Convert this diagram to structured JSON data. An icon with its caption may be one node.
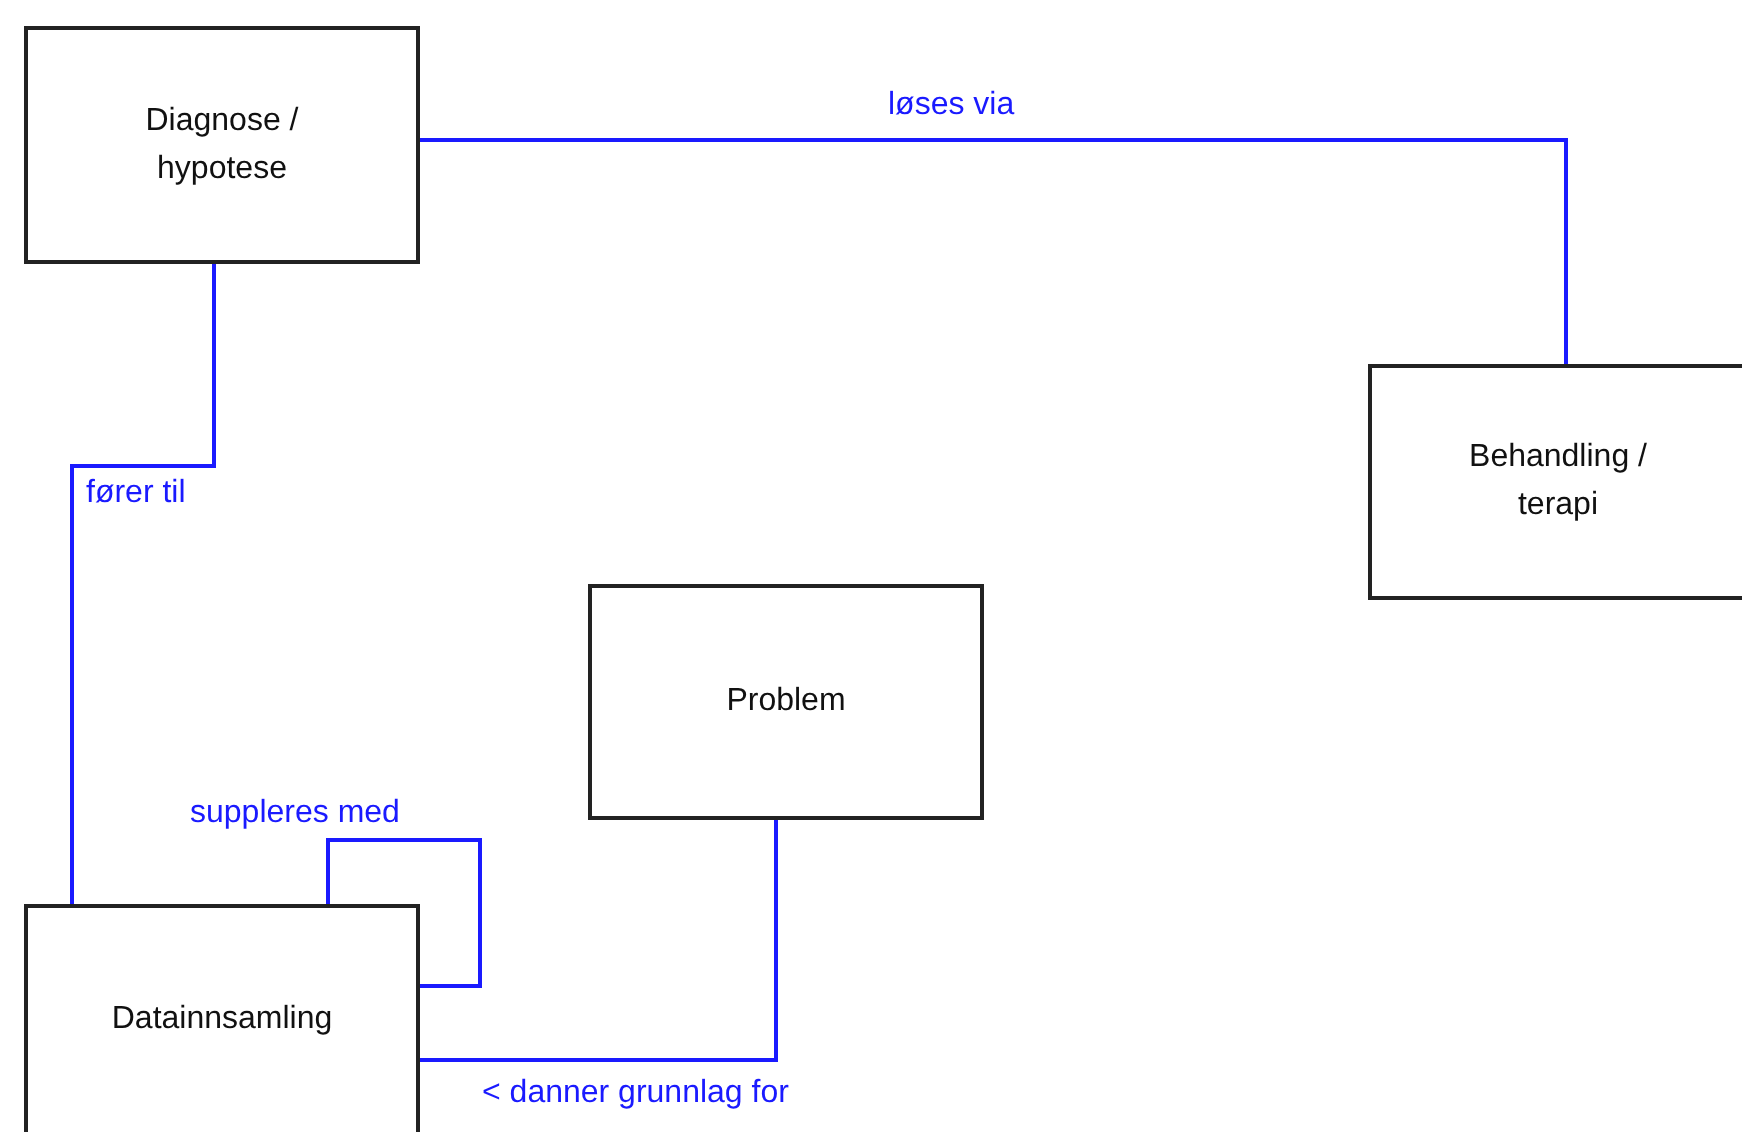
{
  "diagram": {
    "nodes": [
      {
        "text": [
          "Diagnose / hypotese"
        ]
      },
      {
        "text": [
          "Behandling / terapi"
        ]
      },
      {
        "text": [
          "Problem"
        ]
      },
      {
        "text": [
          "Datainnsamling"
        ]
      }
    ],
    "edges": [
      {
        "from": 0,
        "to": 1,
        "arrow": "none",
        "label": "løses via"
      },
      {
        "from": 0,
        "to": 3,
        "arrow": "none",
        "label": "fører til"
      },
      {
        "from": 3,
        "to": 3,
        "arrow": "none",
        "label": "suppleres med"
      },
      {
        "from": 2,
        "to": 3,
        "arrow": "none",
        "label": "< danner grunnlag for"
      }
    ]
  }
}
